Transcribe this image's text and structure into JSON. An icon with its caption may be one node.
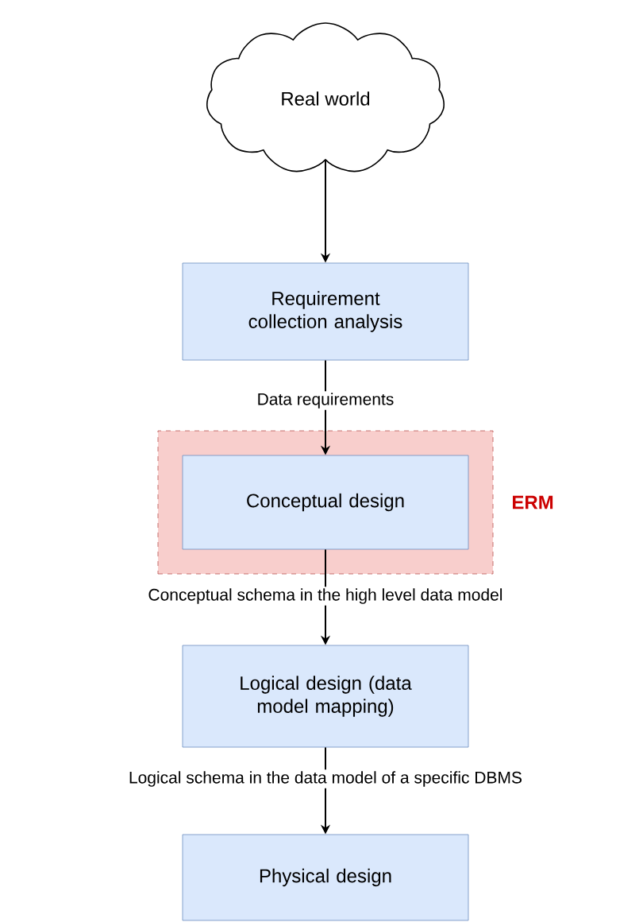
{
  "diagram": {
    "nodes": [
      {
        "text": [
          "Real world"
        ]
      },
      {
        "text": [
          "Requirement collection analysis"
        ]
      },
      {
        "text": [
          "ERM"
        ]
      },
      {
        "text": [
          "Conceptual design"
        ],
        "in": 2
      },
      {
        "text": [
          "Logical design (data model mapping)"
        ]
      },
      {
        "text": [
          "Physical design"
        ]
      }
    ],
    "edges": [
      {
        "from": 0,
        "to": 1,
        "arrow": "to"
      },
      {
        "from": 1,
        "to": 3,
        "arrow": "to",
        "label": "Data requirements"
      },
      {
        "from": 3,
        "to": 4,
        "arrow": "to",
        "label": "Conceptual schema in the high level data model"
      },
      {
        "from": 4,
        "to": 5,
        "arrow": "to",
        "label": "Logical schema in the data model of a specific DBMS"
      }
    ]
  }
}
